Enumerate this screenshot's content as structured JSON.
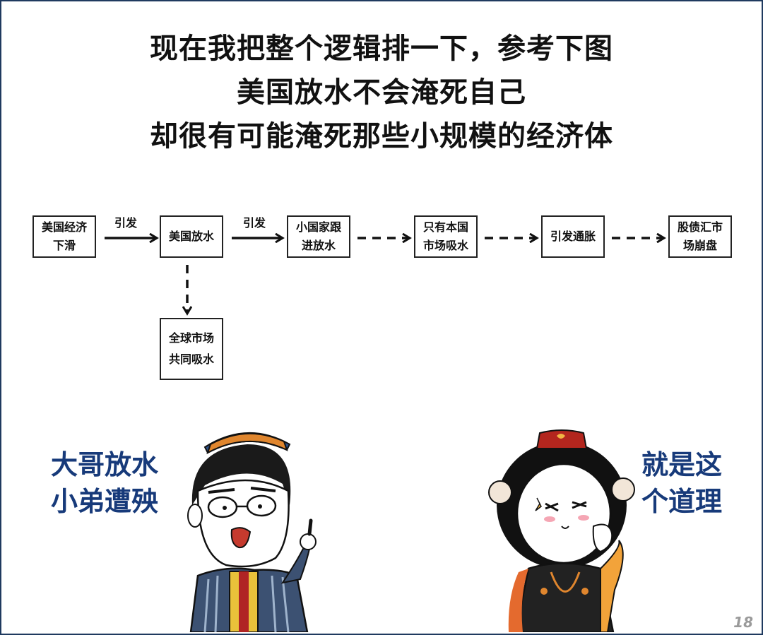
{
  "title_lines": [
    "现在我把整个逻辑排一下，参考下图",
    "美国放水不会淹死自己",
    "却很有可能淹死那些小规模的经济体"
  ],
  "nodes": {
    "us_slowdown": "美国经济下滑",
    "us_easing": "美国放水",
    "small_follow": "小国家跟进放水",
    "local_absorb": "只有本国市场吸水",
    "inflation": "引发通胀",
    "collapse": "股债汇市场崩盘",
    "global_absorb": "全球市场共同吸水"
  },
  "edge_labels": {
    "e1": "引发",
    "e2": "引发"
  },
  "side_left": [
    "大哥放水",
    "小弟遭殃"
  ],
  "side_right": [
    "就是这",
    "个道理"
  ],
  "page_number": "18",
  "colors": {
    "accent_text": "#173a7a",
    "frame": "#1f3a5f"
  }
}
